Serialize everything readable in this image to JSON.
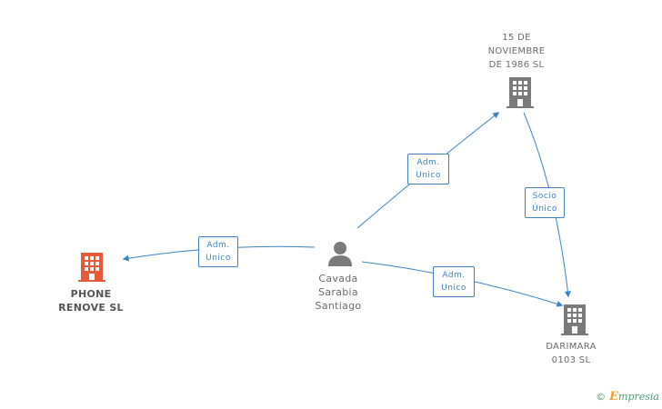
{
  "nodes": {
    "phone_renove": {
      "lines": [
        "PHONE",
        "RENOVE SL"
      ],
      "type": "company",
      "color": "#e8593a"
    },
    "cavada": {
      "lines": [
        "Cavada",
        "Sarabia",
        "Santiago"
      ],
      "type": "person",
      "color": "#7a7a7a"
    },
    "noviembre": {
      "lines": [
        "15 DE",
        "NOVIEMBRE",
        "DE 1986 SL"
      ],
      "type": "company",
      "color": "#7a7a7a"
    },
    "darimara": {
      "lines": [
        "DARIMARA",
        "0103 SL"
      ],
      "type": "company",
      "color": "#7a7a7a"
    }
  },
  "edges": {
    "cavada_phone": {
      "lines": [
        "Adm.",
        "Unico"
      ]
    },
    "cavada_noviembre": {
      "lines": [
        "Adm.",
        "Unico"
      ]
    },
    "cavada_darimara": {
      "lines": [
        "Adm.",
        "Unico"
      ]
    },
    "noviembre_darimara": {
      "lines": [
        "Socio",
        "Único"
      ]
    }
  },
  "colors": {
    "edge": "#3d82c4"
  },
  "brand": {
    "copyright": "©",
    "initial": "E",
    "rest": "mpresia"
  }
}
